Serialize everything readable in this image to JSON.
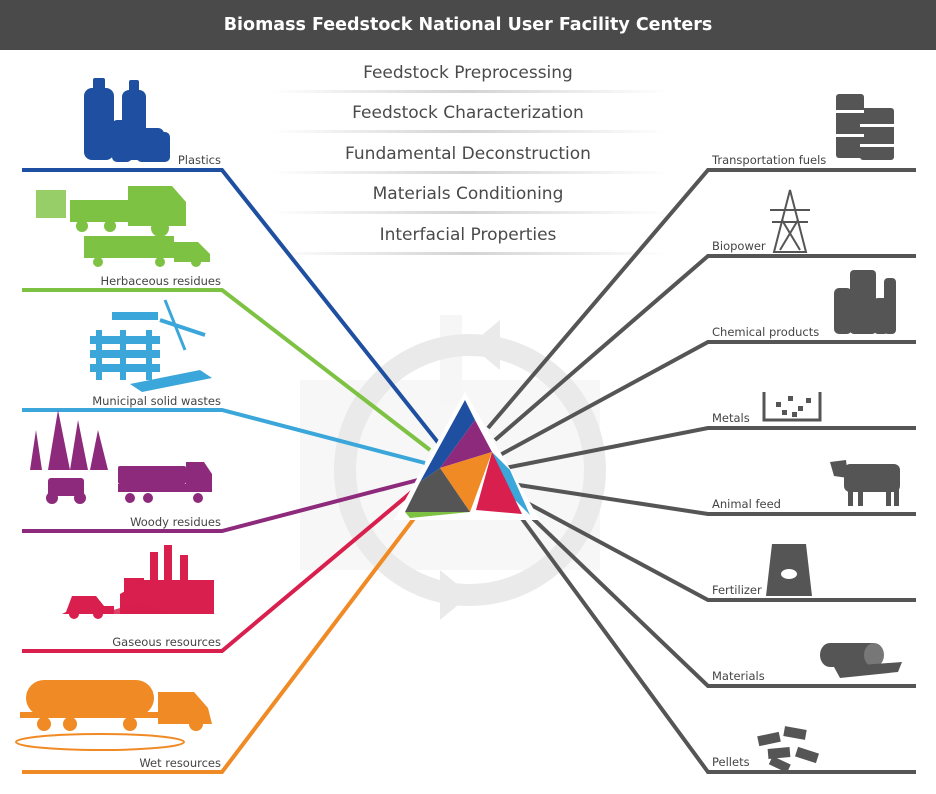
{
  "title": "Biomass Feedstock National User Facility Centers",
  "centers": [
    "Feedstock Preprocessing",
    "Feedstock Characterization",
    "Fundamental Deconstruction",
    "Materials Conditioning",
    "Interfacial Properties"
  ],
  "feedstocks": [
    {
      "label": "Plastics",
      "icon": "plastic-bottles-icon",
      "color": "#1f4fa0"
    },
    {
      "label": "Herbaceous residues",
      "icon": "harvester-truck-icon",
      "color": "#7dc242"
    },
    {
      "label": "Municipal solid wastes",
      "icon": "pallets-icon",
      "color": "#3ba6d9"
    },
    {
      "label": "Woody residues",
      "icon": "trees-logging-truck-icon",
      "color": "#8e2a7c"
    },
    {
      "label": "Gaseous resources",
      "icon": "factory-bulldozer-icon",
      "color": "#d81f4e"
    },
    {
      "label": "Wet resources",
      "icon": "tanker-truck-icon",
      "color": "#f08a24"
    }
  ],
  "products": [
    {
      "label": "Transportation fuels",
      "icon": "fuel-barrels-icon"
    },
    {
      "label": "Biopower",
      "icon": "power-tower-icon"
    },
    {
      "label": "Chemical products",
      "icon": "chemical-bottles-icon"
    },
    {
      "label": "Metals",
      "icon": "metals-bin-icon"
    },
    {
      "label": "Animal feed",
      "icon": "cow-icon"
    },
    {
      "label": "Fertilizer",
      "icon": "fertilizer-bag-icon"
    },
    {
      "label": "Materials",
      "icon": "material-roll-icon"
    },
    {
      "label": "Pellets",
      "icon": "pellets-icon"
    }
  ],
  "colors": {
    "header": "#4a4a4a",
    "product_gray": "#555555"
  }
}
